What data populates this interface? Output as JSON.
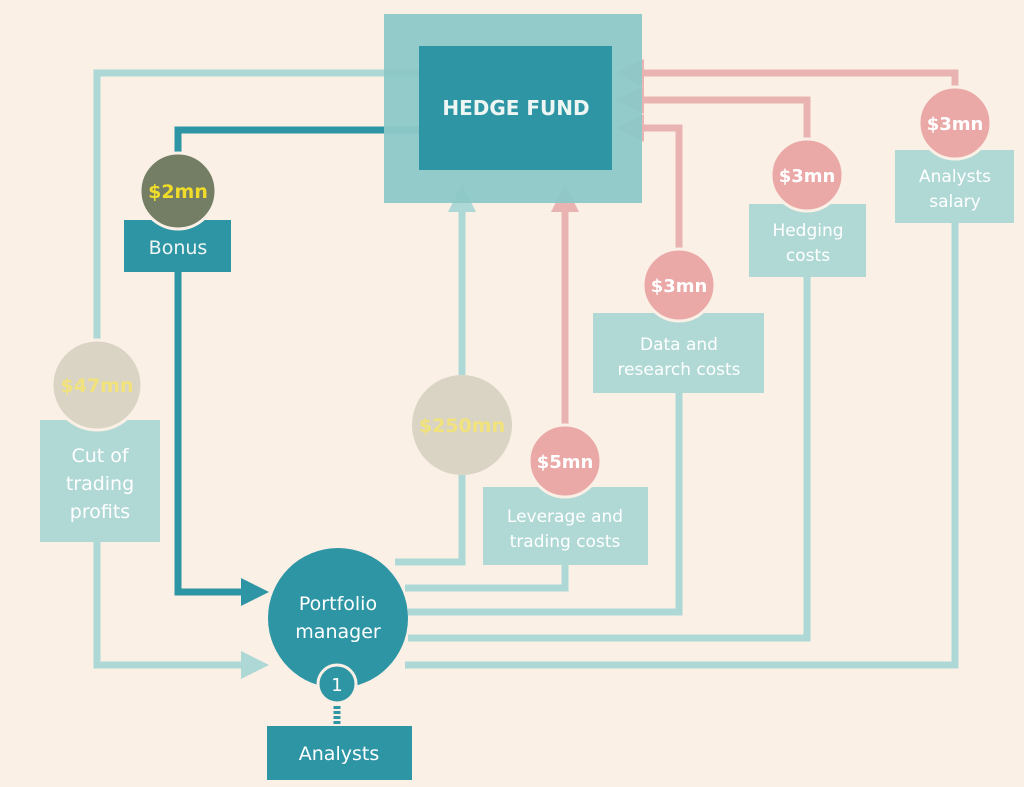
{
  "hedge_fund": {
    "label": "HEDGE FUND"
  },
  "bonus": {
    "amount": "$2mn",
    "label": "Bonus"
  },
  "cut": {
    "amount": "$47mn",
    "label_lines": [
      "Cut of",
      "trading",
      "profits"
    ]
  },
  "capital": {
    "amount": "$250mn"
  },
  "leverage": {
    "amount": "$5mn",
    "label_lines": [
      "Leverage and",
      "trading costs"
    ]
  },
  "data_research": {
    "amount": "$3mn",
    "label_lines": [
      "Data and",
      "research costs"
    ]
  },
  "hedging": {
    "amount": "$3mn",
    "label_lines": [
      "Hedging",
      "costs"
    ]
  },
  "analysts_salary": {
    "amount": "$3mn",
    "label_lines": [
      "Analysts",
      "salary"
    ]
  },
  "portfolio_manager": {
    "label_lines": [
      "Portfolio",
      "manager"
    ],
    "count": "1"
  },
  "analysts": {
    "label": "Analysts"
  },
  "colors": {
    "background": "#fbf0e6",
    "teal_dark": "#2e95a4",
    "teal_light": "#aed8d5",
    "pink": "#e9b3b1",
    "pink_circle": "#eaa8a7",
    "beige_circle": "#d9d4c3",
    "amount_yellow": "#f2e27c",
    "bonus_circle": "#737e64"
  }
}
